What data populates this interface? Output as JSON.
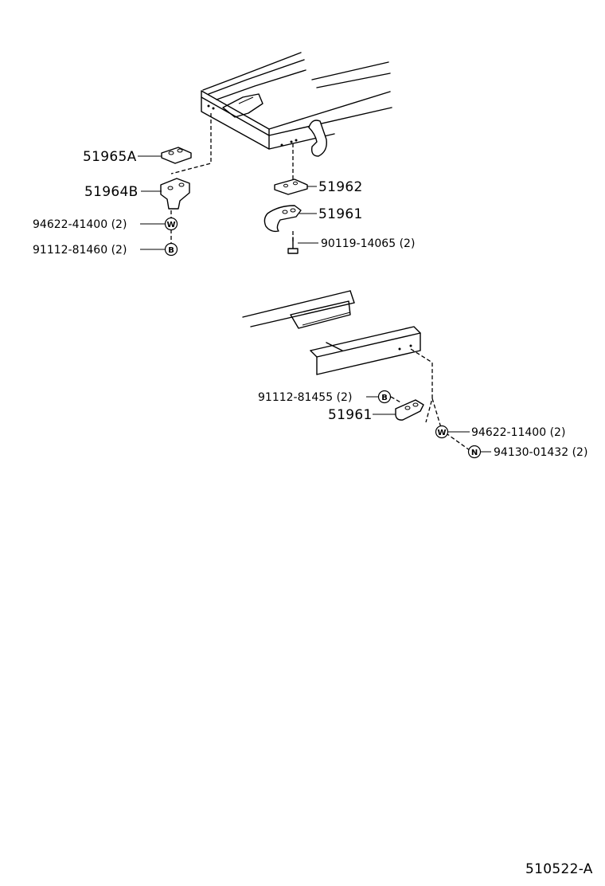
{
  "callouts": {
    "p51965A": "51965A",
    "p51964B": "51964B",
    "p94622_41400": "94622-41400 (2)",
    "p91112_81460": "91112-81460 (2)",
    "p51962": "51962",
    "p51961_top": "51961",
    "p90119_14065": "90119-14065 (2)",
    "p91112_81455": "91112-81455 (2)",
    "p51961_bottom": "51961",
    "p94622_11400": "94622-11400 (2)",
    "p94130_01432": "94130-01432 (2)"
  },
  "symbols": {
    "washer": "W",
    "bolt": "B",
    "nut": "N"
  },
  "figure_code": "510522-A"
}
